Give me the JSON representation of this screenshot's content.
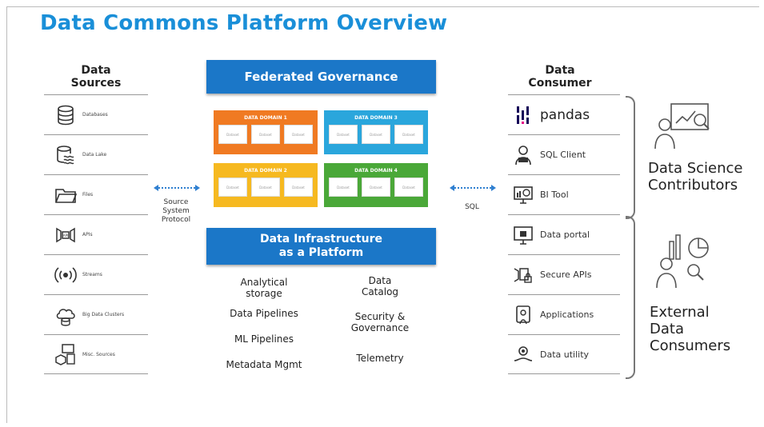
{
  "title": "Data Commons Platform Overview",
  "sources": {
    "heading": "Data\nSources",
    "items": [
      {
        "label": "Databases",
        "icon": "database-icon"
      },
      {
        "label": "Data Lake",
        "icon": "data-lake-icon"
      },
      {
        "label": "Files",
        "icon": "folder-icon"
      },
      {
        "label": "APIs",
        "icon": "api-icon"
      },
      {
        "label": "Streams",
        "icon": "stream-icon"
      },
      {
        "label": "Big Data Clusters",
        "icon": "big-data-icon"
      },
      {
        "label": "Misc. Sources",
        "icon": "misc-icon"
      }
    ]
  },
  "source_arrow_label": "Source\nSystem\nProtocol",
  "governance": {
    "label": "Federated Governance"
  },
  "domains": [
    {
      "label": "DATA DOMAIN 1",
      "color": "#f07a22",
      "boxes": [
        "Dataset",
        "Dataset",
        "Dataset"
      ]
    },
    {
      "label": "DATA DOMAIN 3",
      "color": "#2aa6dc",
      "boxes": [
        "Dataset",
        "Dataset",
        "Dataset"
      ]
    },
    {
      "label": "DATA DOMAIN 2",
      "color": "#f6b920",
      "boxes": [
        "Dataset",
        "Dataset",
        "Dataset"
      ]
    },
    {
      "label": "DATA DOMAIN 4",
      "color": "#4aa838",
      "boxes": [
        "Dataset",
        "Dataset",
        "Dataset"
      ]
    }
  ],
  "infrastructure": {
    "label": "Data Infrastructure\nas a Platform",
    "left_items": [
      "Analytical\nstorage",
      "Data Pipelines",
      "ML Pipelines",
      "Metadata Mgmt"
    ],
    "right_items": [
      "Data\nCatalog",
      "Security &\nGovernance",
      "Telemetry"
    ]
  },
  "consumer_arrow_label": "SQL",
  "consumers": {
    "heading": "Data\nConsumer",
    "items": [
      {
        "label": "pandas",
        "icon": "pandas-icon"
      },
      {
        "label": "SQL Client",
        "icon": "sql-client-icon"
      },
      {
        "label": "BI Tool",
        "icon": "bi-tool-icon"
      },
      {
        "label": "Data portal",
        "icon": "data-portal-icon"
      },
      {
        "label": "Secure APIs",
        "icon": "secure-api-icon"
      },
      {
        "label": "Applications",
        "icon": "applications-icon"
      },
      {
        "label": "Data utility",
        "icon": "data-utility-icon"
      }
    ]
  },
  "groups": [
    {
      "label": "Data Science\nContributors",
      "icon": "data-scientist-icon"
    },
    {
      "label": "External\nData\nConsumers",
      "icon": "external-consumer-icon"
    }
  ],
  "colors": {
    "accent": "#1a8fd8",
    "bar": "#1b77c8"
  }
}
